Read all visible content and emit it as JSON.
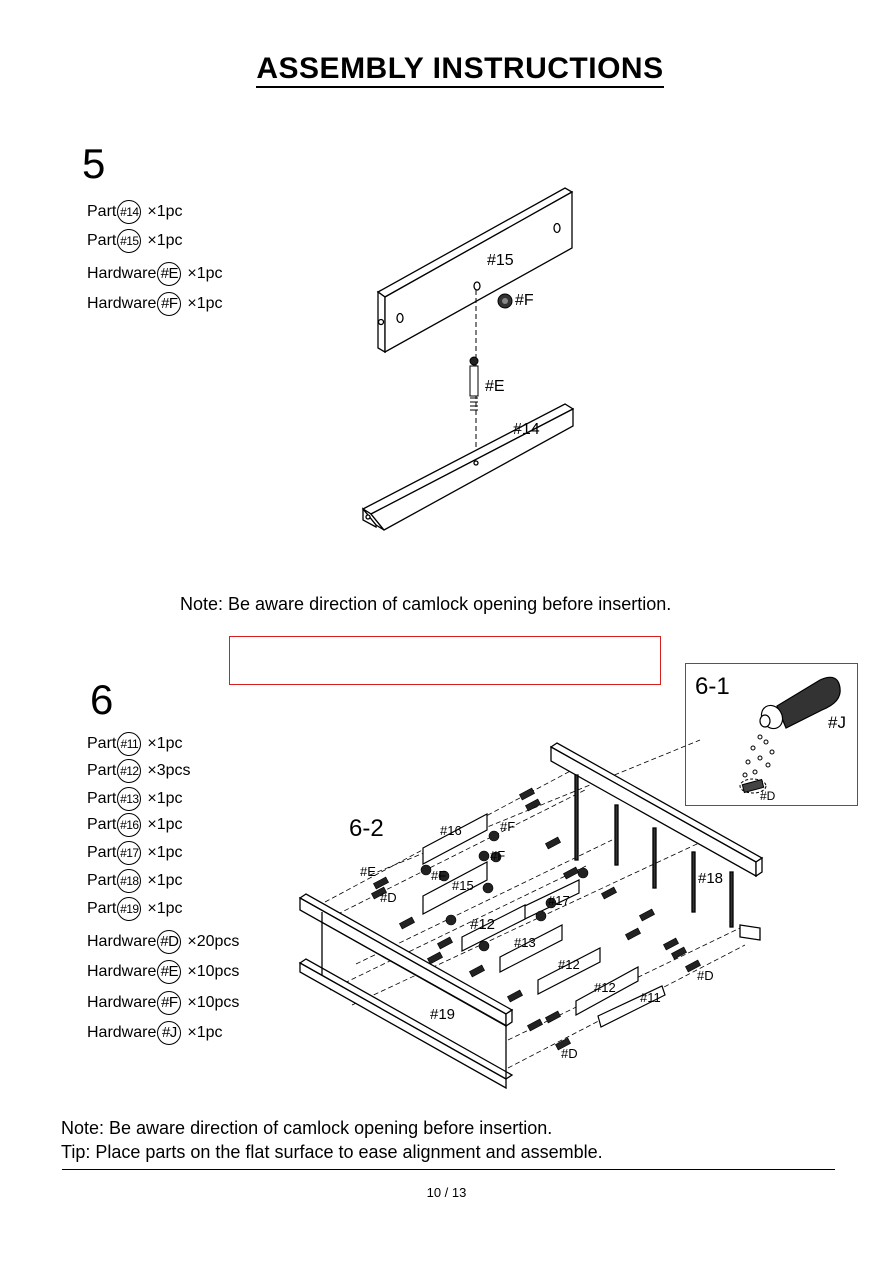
{
  "title": "ASSEMBLY  INSTRUCTIONS",
  "step5": {
    "number": "5",
    "parts": [
      {
        "prefix": "Part",
        "code": "#14",
        "qty": "×1pc"
      },
      {
        "prefix": "Part",
        "code": "#15",
        "qty": "×1pc"
      },
      {
        "prefix": "Hardware",
        "code": "#E",
        "qty": "×1pc"
      },
      {
        "prefix": "Hardware",
        "code": "#F",
        "qty": "×1pc"
      }
    ],
    "labels": {
      "p15": "#15",
      "pF": "#F",
      "pE": "#E",
      "p14": "#14"
    },
    "note": "Note: Be aware direction of camlock opening before insertion."
  },
  "step6": {
    "number": "6",
    "parts": [
      {
        "prefix": "Part",
        "code": "#11",
        "qty": "×1pc"
      },
      {
        "prefix": "Part",
        "code": "#12",
        "qty": "×3pcs"
      },
      {
        "prefix": "Part",
        "code": "#13",
        "qty": "×1pc"
      },
      {
        "prefix": "Part",
        "code": "#16",
        "qty": "×1pc"
      },
      {
        "prefix": "Part",
        "code": "#17",
        "qty": "×1pc"
      },
      {
        "prefix": "Part",
        "code": "#18",
        "qty": "×1pc"
      },
      {
        "prefix": "Part",
        "code": "#19",
        "qty": "×1pc"
      },
      {
        "prefix": "Hardware",
        "code": "#D",
        "qty": "×20pcs"
      },
      {
        "prefix": "Hardware",
        "code": "#E",
        "qty": "×10pcs"
      },
      {
        "prefix": "Hardware",
        "code": "#F",
        "qty": "×10pcs"
      },
      {
        "prefix": "Hardware",
        "code": "#J",
        "qty": "×1pc"
      }
    ],
    "sub1": {
      "title": "6-1",
      "glue": "#J",
      "dowel": "#D"
    },
    "sub2": {
      "title": "6-2",
      "labels": {
        "p16": "#16",
        "pF1": "#F",
        "pF2": "#F",
        "pE": "#E",
        "pF3": "#F",
        "pD1": "#D",
        "p15": "#15",
        "p17": "#17",
        "p12a": "#12",
        "p13": "#13",
        "p18": "#18",
        "p12b": "#12",
        "p12c": "#12",
        "p11": "#11",
        "pD2": "#D",
        "p19": "#19",
        "pD3": "#D"
      }
    },
    "note": "Note: Be aware direction of camlock opening before insertion.",
    "tip": "Tip:  Place parts on the flat surface to ease alignment and assemble."
  },
  "page": "10 / 13",
  "colors": {
    "highlight_box": "#d62020"
  }
}
